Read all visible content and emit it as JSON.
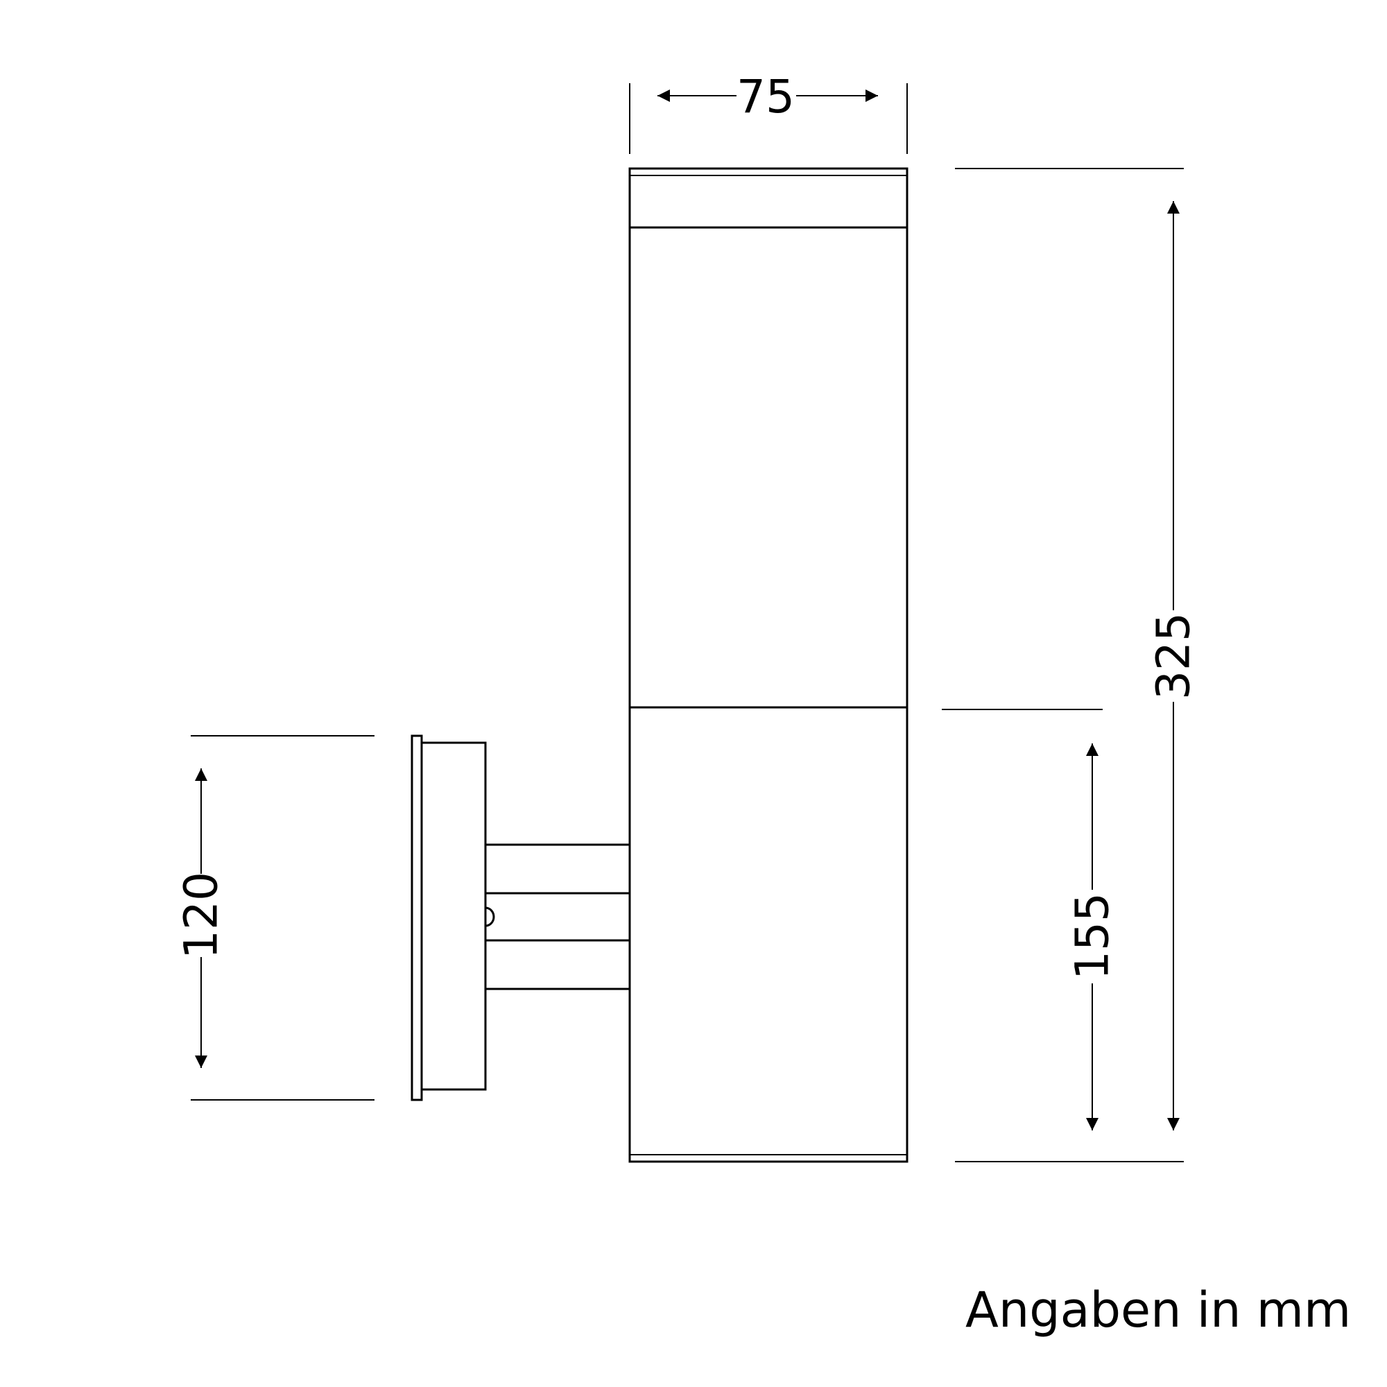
{
  "dimensions": {
    "width": "75",
    "height_total": "325",
    "height_lower": "155",
    "mount_height": "120"
  },
  "units_note": "Angaben in mm",
  "colors": {
    "line": "#000000",
    "background": "#ffffff"
  }
}
